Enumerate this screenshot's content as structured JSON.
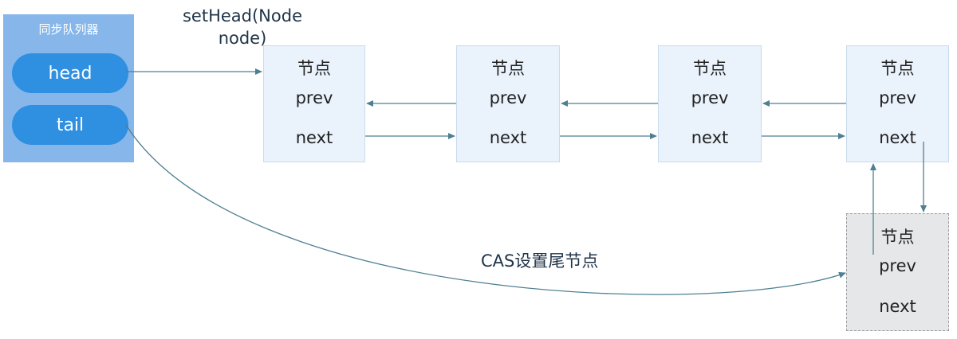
{
  "sync_queue": {
    "title": "同步队列器",
    "head_label": "head",
    "tail_label": "tail"
  },
  "annotations": {
    "set_head": "setHead(Node\nnode)",
    "cas_tail": "CAS设置尾节点"
  },
  "nodes": [
    {
      "title": "节点",
      "prev": "prev",
      "next": "next"
    },
    {
      "title": "节点",
      "prev": "prev",
      "next": "next"
    },
    {
      "title": "节点",
      "prev": "prev",
      "next": "next"
    },
    {
      "title": "节点",
      "prev": "prev",
      "next": "next"
    }
  ],
  "new_node": {
    "title": "节点",
    "prev": "prev",
    "next": "next"
  },
  "colors": {
    "panel": "#86b6ea",
    "pill": "#2f8fe0",
    "node_fill": "#eaf2fb",
    "new_node_fill": "#e6e7e9",
    "arrow": "#4f7f92"
  }
}
